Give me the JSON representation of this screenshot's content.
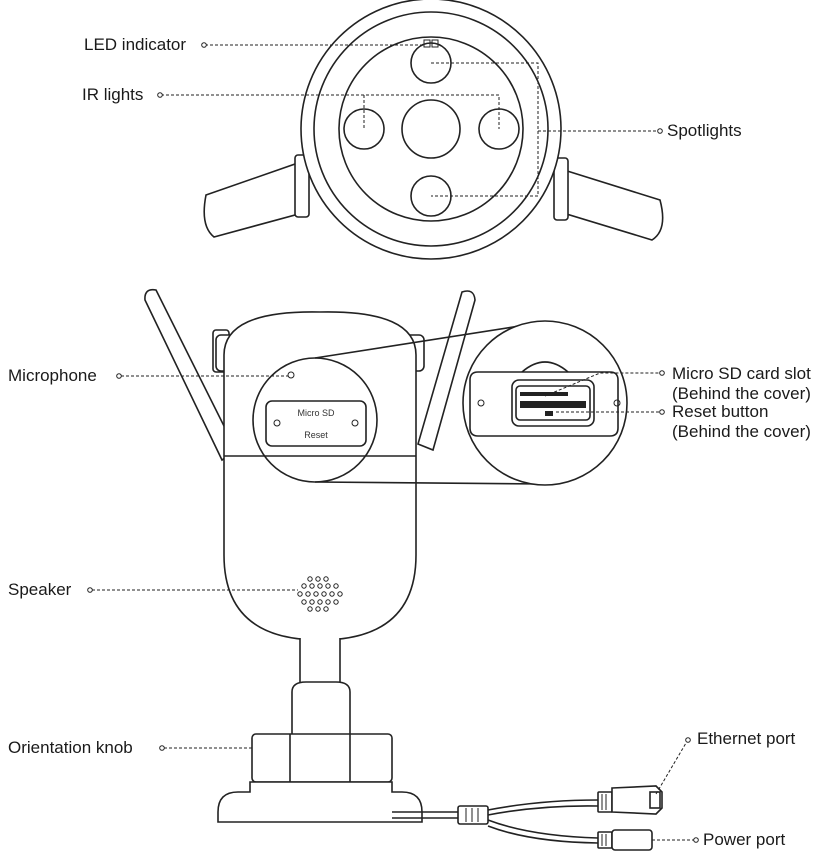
{
  "labels": {
    "led_indicator": "LED indicator",
    "ir_lights": "IR lights",
    "spotlights": "Spotlights",
    "microphone": "Microphone",
    "micro_sd_slot_line1": "Micro SD card slot",
    "micro_sd_slot_line2": "(Behind the cover)",
    "reset_button_line1": "Reset button",
    "reset_button_line2": "(Behind the cover)",
    "speaker": "Speaker",
    "orientation_knob": "Orientation knob",
    "ethernet_port": "Ethernet port",
    "power_port": "Power port"
  },
  "cover_text": {
    "micro_sd": "Micro SD",
    "reset": "Reset"
  }
}
